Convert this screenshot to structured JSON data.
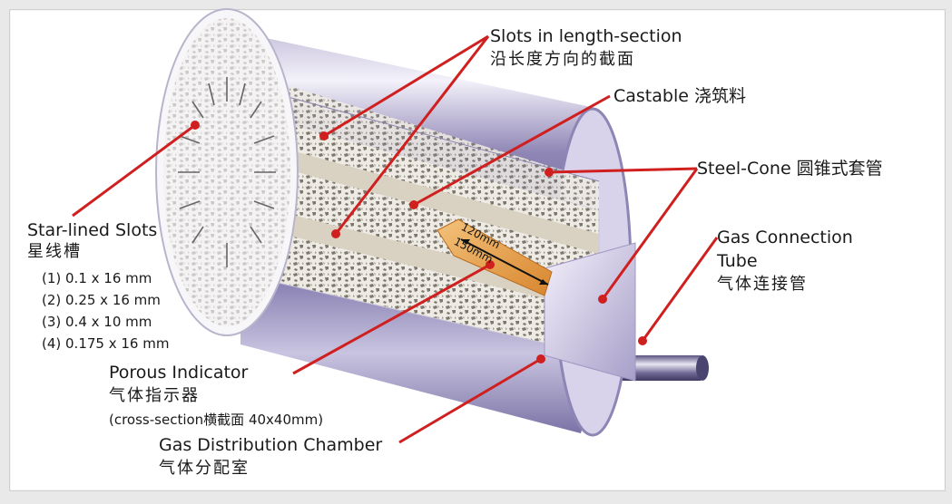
{
  "labels": {
    "slots_length": {
      "en": "Slots in length-section",
      "cn": "沿长度方向的截面"
    },
    "castable": {
      "en": "Castable 浇筑料"
    },
    "steel_cone": {
      "en": "Steel-Cone 圆锥式套管"
    },
    "star_lined": {
      "en": "Star-lined Slots",
      "cn": "星线槽",
      "specs": [
        "(1) 0.1    x 16 mm",
        "(2) 0.25  x 16 mm",
        "(3) 0.4    x 10 mm",
        "(4) 0.175 x 16 mm"
      ]
    },
    "gas_tube": {
      "en1": "Gas Connection",
      "en2": "Tube",
      "cn": "气体连接管"
    },
    "porous": {
      "en": "Porous Indicator",
      "cn": "气体指示器",
      "note": "(cross-section横截面 40x40mm)"
    },
    "gas_chamber": {
      "en": "Gas Distribution Chamber",
      "cn": "气体分配室"
    }
  },
  "dimensions": {
    "d120": "120mm",
    "d150": "150mm"
  },
  "colors": {
    "leader": "#d01f1f",
    "cylinder": "#8a7fb4",
    "castable": "#e6e3dc",
    "band": "#d8d1c2",
    "indicator": "#e9a24b"
  }
}
